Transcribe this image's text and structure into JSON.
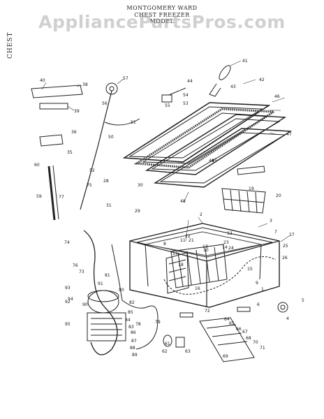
{
  "header": {
    "line1": "MONTGOMERY WARD",
    "line2": "CHEST FREEZER",
    "line3": "MODEL"
  },
  "watermark": "AppliancePartsPros.com",
  "side_label": "CHEST",
  "part_labels": [
    "40",
    "38",
    "39",
    "57",
    "56",
    "55",
    "54",
    "53",
    "44",
    "41",
    "43",
    "42",
    "45",
    "46",
    "47",
    "36",
    "35",
    "50",
    "51",
    "52",
    "60",
    "59",
    "75",
    "74",
    "77",
    "76",
    "73",
    "72",
    "29",
    "30",
    "31",
    "28",
    "49",
    "19",
    "20",
    "22",
    "2",
    "3",
    "7",
    "8",
    "10",
    "11",
    "12",
    "13",
    "14",
    "15",
    "16",
    "17",
    "18",
    "21",
    "23",
    "24",
    "25",
    "26",
    "27",
    "48",
    "1",
    "4",
    "5",
    "6",
    "9",
    "61",
    "62",
    "63",
    "64",
    "65",
    "66",
    "67",
    "68",
    "69",
    "70",
    "71",
    "78",
    "79",
    "80",
    "81",
    "82",
    "83",
    "84",
    "85",
    "86",
    "87",
    "88",
    "89",
    "90",
    "91",
    "92",
    "93",
    "94",
    "95"
  ]
}
